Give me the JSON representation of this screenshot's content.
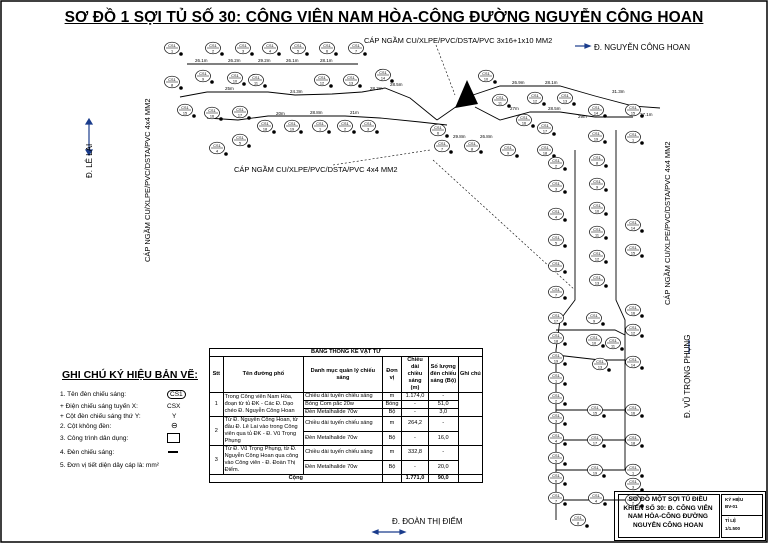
{
  "title": "SƠ ĐỒ 1 SỢI TỦ SỐ 30: CÔNG VIÊN NAM HÒA-CÔNG ĐƯỜNG NGUYỄN CÔNG HOAN",
  "streets": {
    "nguyen_cong_hoan": "Đ. NGUYỄN CÔNG HOAN",
    "le_lai": "Đ. LÊ LAI",
    "vu_trong_phung": "Đ. VŨ TRỌNG PHỤNG",
    "doan_thi_diem": "Đ. ĐOÀN THỊ ĐIỂM"
  },
  "cables": {
    "top_3x16": "CÁP NGẦM CU/XLPE/PVC/DSTA/PVC 3x16+1x10 MM2",
    "mid_4x4": "CÁP NGẦM CU/XLPE/PVC/DSTA/PVC 4x4 MM2",
    "left_4x4": "CÁP NGẦM CU/XLPE/PVC/DSTA/PVC 4x4 MM2",
    "right_4x4": "CÁP NGẦM CU/XLPE/PVC/DSTA/PVC 4x4 MM2"
  },
  "legend": {
    "title": "GHI CHÚ KÝ HIỆU BẢN VẼ:",
    "rows": [
      {
        "label": "1. Tên đèn chiếu sáng:",
        "symbol": "CS1"
      },
      {
        "label": "+ Điện chiếu sáng tuyến X:",
        "symbol": "CSX"
      },
      {
        "label": "+ Cột đèn chiếu sáng thứ Y:",
        "symbol": "Y"
      },
      {
        "label": "2. Cột không đèn:",
        "symbol": "⊖"
      },
      {
        "label": "3. Công trình dân dụng:",
        "symbol": ""
      },
      {
        "label": "4. Đèn chiếu sáng:",
        "symbol": ""
      },
      {
        "label": "5. Đơn vị tiết diện dây cáp là: mm²",
        "symbol": ""
      }
    ]
  },
  "bom": {
    "caption": "BẢNG THỐNG KÊ VẬT TƯ",
    "headers": [
      "Stt",
      "Tên đường phố",
      "Danh mục quản lý chiếu sáng",
      "Đơn vị",
      "Chiều dài chiều sáng (m)",
      "Số lượng đèn chiếu sáng (Bộ)",
      "Ghi chú"
    ],
    "groups": [
      {
        "stt": "1",
        "street": "Trong Công viên Nam Hòa, đoạn từ tủ ĐK - Các Đ. Dạo chéo Đ. Nguyễn Công Hoan",
        "rows": [
          [
            "Chiều dài tuyến chiếu sáng",
            "m",
            "1.174,0",
            "-"
          ],
          [
            "Bóng Com pắc 20w",
            "Bóng",
            "-",
            "51,0"
          ],
          [
            "Đèn Metalhalide 70w",
            "Bộ",
            "-",
            "3,0"
          ]
        ]
      },
      {
        "stt": "2",
        "street": "Từ Đ. Nguyễn Công Hoan, từ đầu Đ. Lê Lai vào trong Công viên qua tủ ĐK - Đ. Vũ Trọng Phụng",
        "rows": [
          [
            "Chiều dài tuyến chiếu sáng",
            "m",
            "264,2",
            "-"
          ],
          [
            "Đèn Metalhalide 70w",
            "Bộ",
            "-",
            "16,0"
          ]
        ]
      },
      {
        "stt": "3",
        "street": "Từ Đ. Vũ Trọng Phụng, từ Đ. Nguyễn Công Hoan qua công vào Công viên - Đ. Đoàn Thị Điểm.",
        "rows": [
          [
            "Chiều dài tuyến chiếu sáng",
            "m",
            "332,8",
            "-"
          ],
          [
            "Đèn Metalhalide 70w",
            "Bộ",
            "-",
            "20,0"
          ]
        ]
      }
    ],
    "total": {
      "label": "Cộng",
      "length": "1.771,0",
      "lamps": "90,0"
    }
  },
  "title_block": {
    "name": "SƠ ĐỒ MỘT SỢI TỦ ĐIỀU KHIỂN SỐ 30: Đ. CÔNG VIÊN NAM HÒA-CÔNG ĐƯỜNG NGUYỄN CÔNG HOAN",
    "sheet_label": "KÝ HIỆU",
    "sheet_code": "BV-01",
    "scale_label": "TỈ LỆ",
    "scale": "1/1.500"
  },
  "span_labels": [
    "26.1m",
    "26.2m",
    "29.2m",
    "26.1m",
    "28.1m",
    "25m",
    "24.3m",
    "20m",
    "28.8m",
    "21m",
    "28.2m",
    "28.5m",
    "29.8m",
    "26.8m",
    "26.9m",
    "28.1m",
    "27m",
    "28.5m",
    "29m",
    "31.3m",
    "27.1m"
  ],
  "node_tag": "CS1",
  "colors": {
    "ink": "#000000",
    "street": "#1a3c8c"
  }
}
